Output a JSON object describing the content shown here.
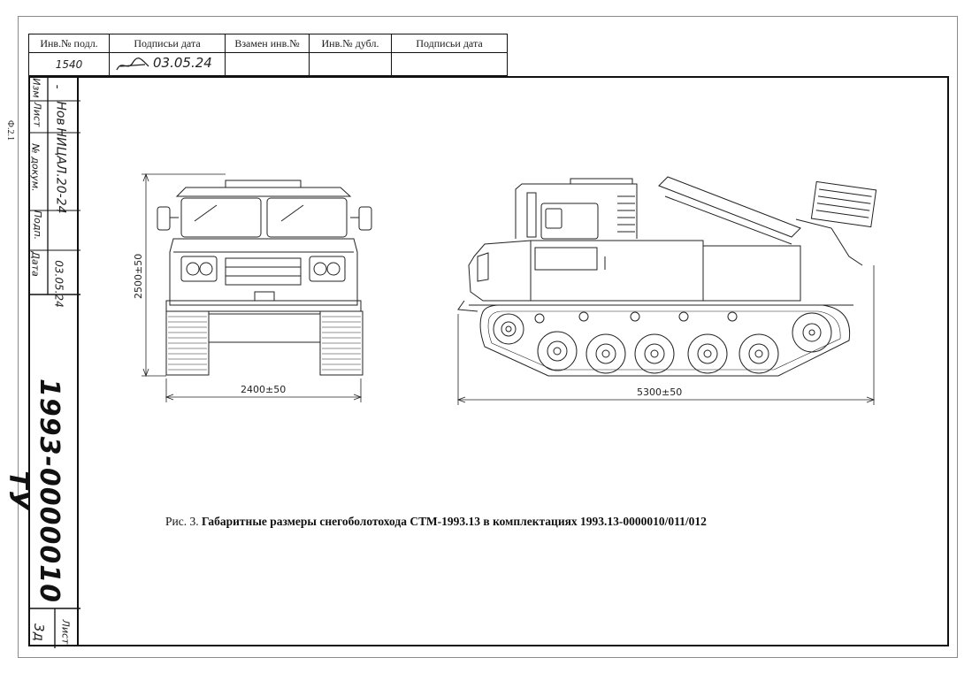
{
  "title_block": {
    "headers": [
      "Инв.№ подл.",
      "Подписьи дата",
      "Взамен инв.№",
      "Инв.№ дубл.",
      "Подписьи дата"
    ],
    "inv_number": "1540",
    "signature_date": "03.05.24"
  },
  "side_block": {
    "form_code": "Ф.2.1",
    "rev_labels": [
      "Изм",
      "Лист",
      "№ докум.",
      "Подп.",
      "Дата"
    ],
    "rev_values": [
      "-",
      "Нов",
      "НИЦАЛ.20-24",
      "",
      "03.05.24"
    ],
    "document_number": "1993-0000010 ТУ",
    "sheet_label": "Лист",
    "sheet_value": "3д"
  },
  "drawing": {
    "front_view": {
      "width_dim": "2400±50",
      "height_dim": "2500±50"
    },
    "side_view": {
      "length_dim": "5300±50"
    }
  },
  "caption": {
    "prefix": "Рис. 3. ",
    "text": "Габаритные размеры снегоболотохода СТМ-1993.13 в комплектациях 1993.13-0000010/011/012"
  }
}
